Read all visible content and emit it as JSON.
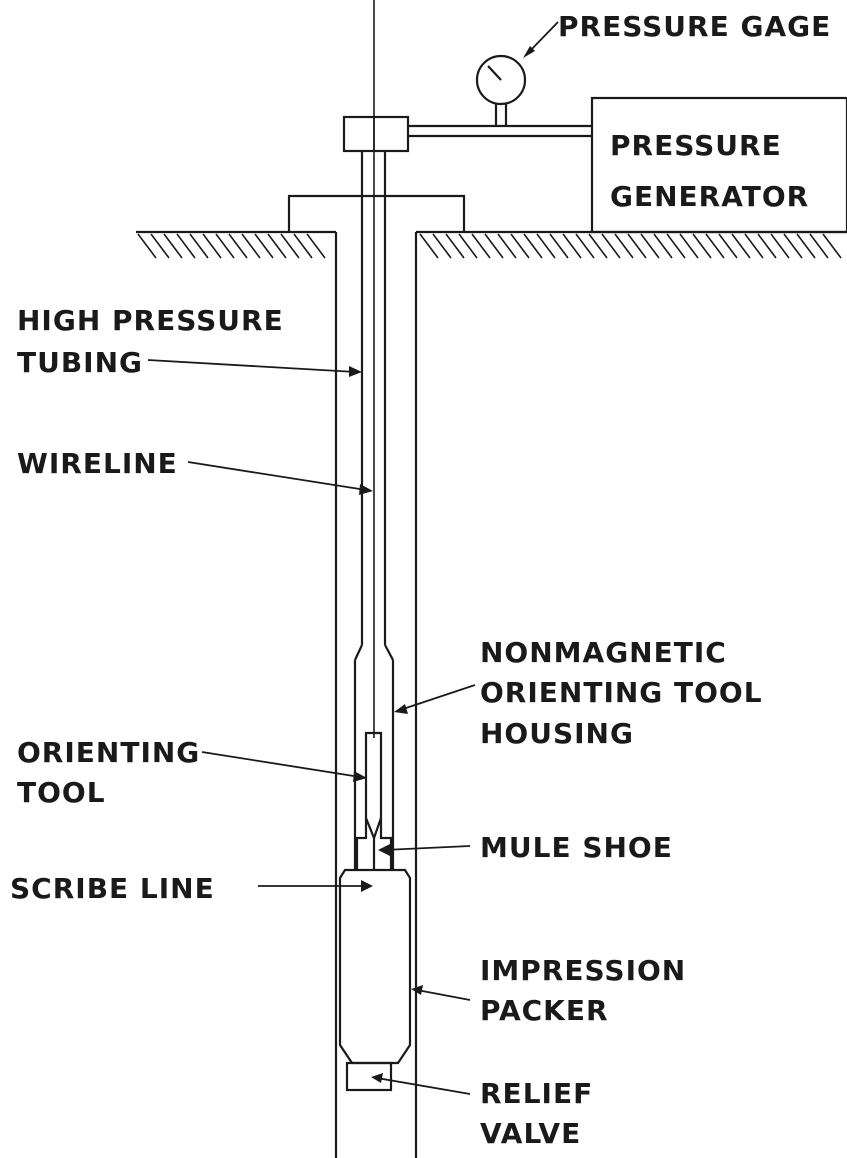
{
  "labels": {
    "pressure_gage": "PRESSURE GAGE",
    "pressure_generator_1": "PRESSURE",
    "pressure_generator_2": "GENERATOR",
    "high_pressure_1": "HIGH PRESSURE",
    "high_pressure_2": "TUBING",
    "wireline": "WIRELINE",
    "nonmagnetic_1": "NONMAGNETIC",
    "nonmagnetic_2": "ORIENTING TOOL",
    "nonmagnetic_3": "HOUSING",
    "orienting_tool_1": "ORIENTING",
    "orienting_tool_2": "TOOL",
    "mule_shoe": "MULE SHOE",
    "scribe_line": "SCRIBE LINE",
    "impression_packer_1": "IMPRESSION",
    "impression_packer_2": "PACKER",
    "relief_valve_1": "RELIEF",
    "relief_valve_2": "VALVE"
  },
  "colors": {
    "ink": "#1a1a1a",
    "background": "#ffffff"
  }
}
